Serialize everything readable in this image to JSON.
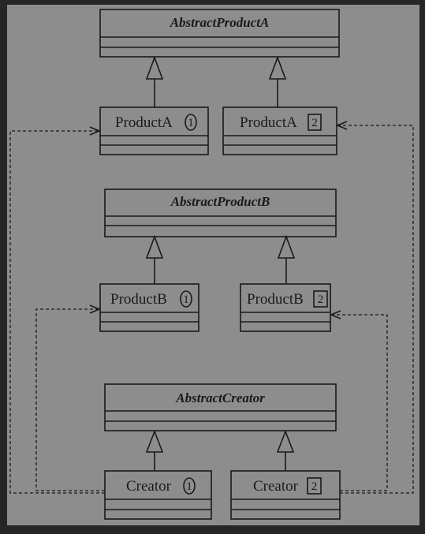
{
  "colors": {
    "frame": "#262626",
    "canvas": "#8d8d8d",
    "ink": "#1a1a1a"
  },
  "abstract_classes": {
    "product_a": "AbstractProductA",
    "product_b": "AbstractProductB",
    "creator": "AbstractCreator"
  },
  "concrete_classes": {
    "product_a1": {
      "name": "ProductA",
      "badge": "1",
      "badge_shape": "circle"
    },
    "product_a2": {
      "name": "ProductA",
      "badge": "2",
      "badge_shape": "square"
    },
    "product_b1": {
      "name": "ProductB",
      "badge": "1",
      "badge_shape": "circle"
    },
    "product_b2": {
      "name": "ProductB",
      "badge": "2",
      "badge_shape": "square"
    },
    "creator1": {
      "name": "Creator",
      "badge": "1",
      "badge_shape": "circle"
    },
    "creator2": {
      "name": "Creator",
      "badge": "2",
      "badge_shape": "square"
    }
  },
  "relations": {
    "inheritance": [
      {
        "from": "ProductA 1",
        "to": "AbstractProductA"
      },
      {
        "from": "ProductA 2",
        "to": "AbstractProductA"
      },
      {
        "from": "ProductB 1",
        "to": "AbstractProductB"
      },
      {
        "from": "ProductB 2",
        "to": "AbstractProductB"
      },
      {
        "from": "Creator 1",
        "to": "AbstractCreator"
      },
      {
        "from": "Creator 2",
        "to": "AbstractCreator"
      }
    ],
    "dependency": [
      {
        "from": "Creator 1",
        "to": "ProductA 1"
      },
      {
        "from": "Creator 1",
        "to": "ProductB 1"
      },
      {
        "from": "Creator 2",
        "to": "ProductA 2"
      },
      {
        "from": "Creator 2",
        "to": "ProductB 2"
      }
    ]
  }
}
